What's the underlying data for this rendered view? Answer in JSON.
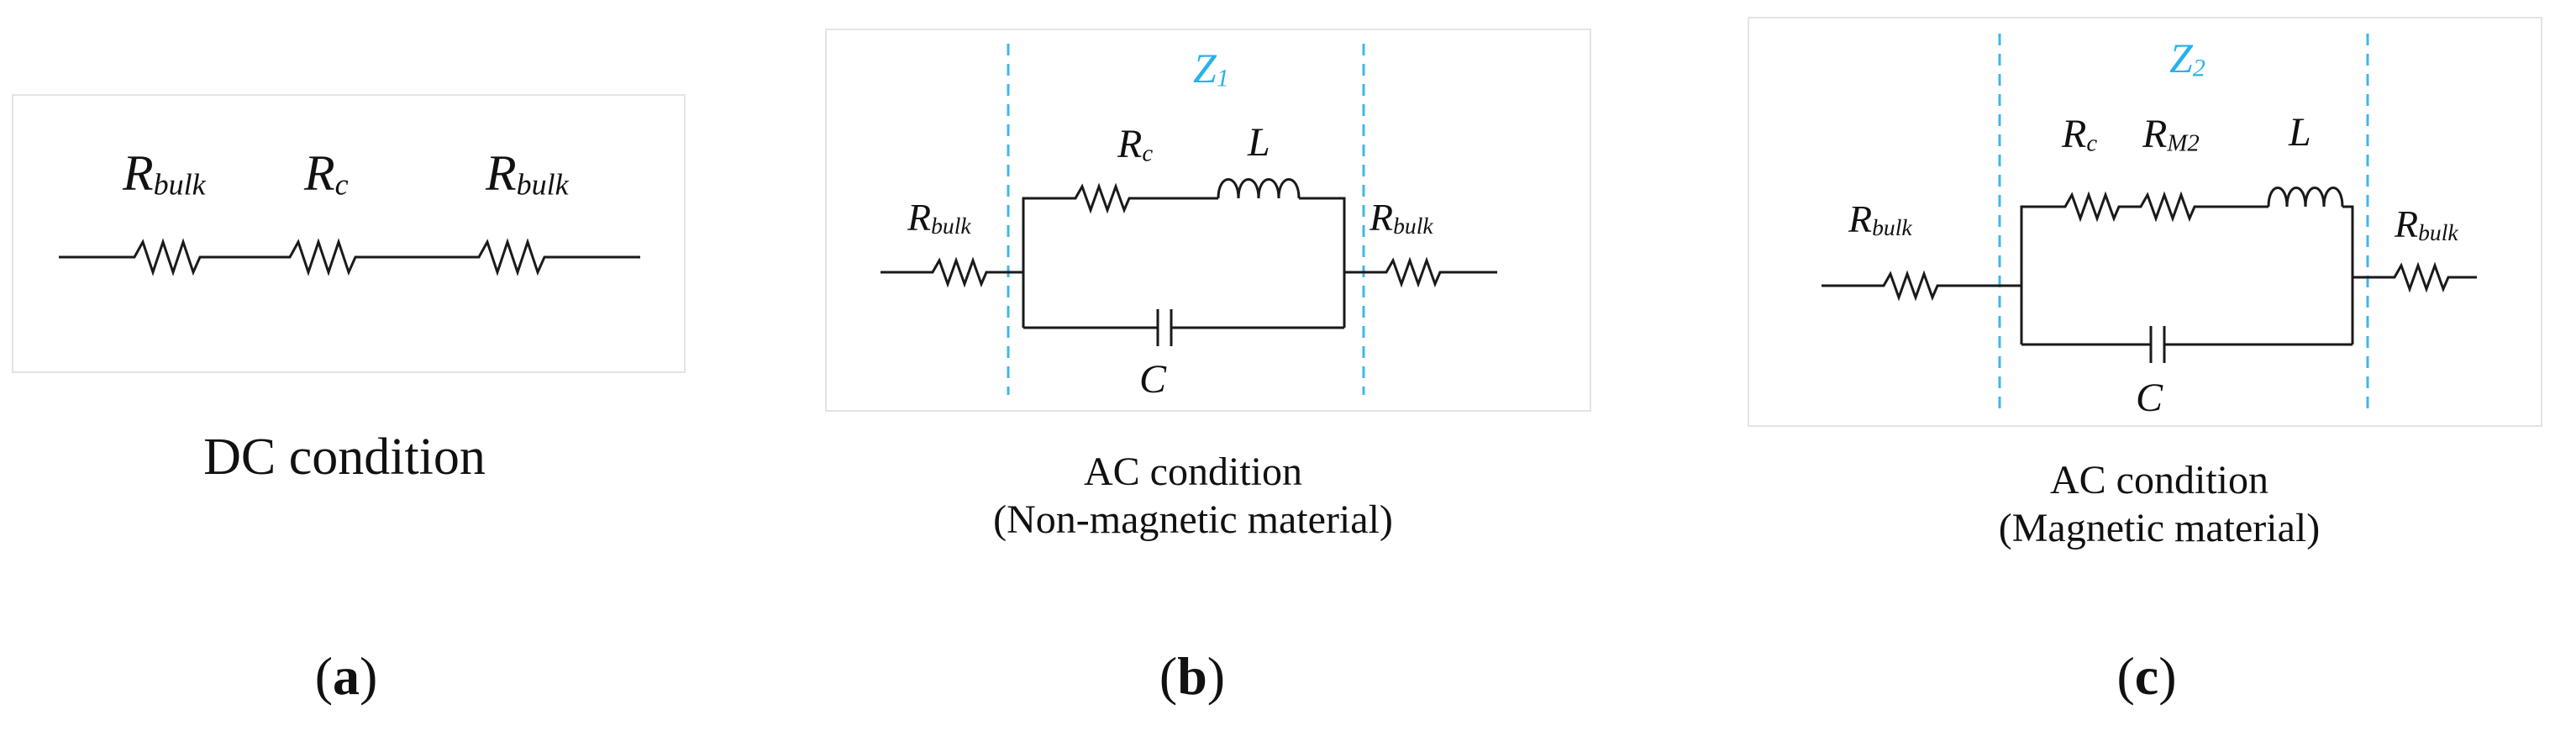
{
  "panels": [
    {
      "id": "a",
      "panel_label": "a",
      "caption": [
        "DC condition"
      ],
      "components": {
        "r1": [
          "R",
          "bulk"
        ],
        "r2": [
          "R",
          "c"
        ],
        "r3": [
          "R",
          "bulk"
        ]
      }
    },
    {
      "id": "b",
      "panel_label": "b",
      "impedance": [
        "Z",
        "1"
      ],
      "caption": [
        "AC condition",
        "(Non-magnetic material)"
      ],
      "components": {
        "r_left": [
          "R",
          "bulk"
        ],
        "rc": [
          "R",
          "c"
        ],
        "l": "L",
        "c": "C",
        "r_right": [
          "R",
          "bulk"
        ]
      }
    },
    {
      "id": "c",
      "panel_label": "c",
      "impedance": [
        "Z",
        "2"
      ],
      "caption": [
        "AC condition",
        "(Magnetic material)"
      ],
      "components": {
        "r_left": [
          "R",
          "bulk"
        ],
        "rc": [
          "R",
          "c"
        ],
        "rm2": [
          "R",
          "M2"
        ],
        "l": "L",
        "c": "C",
        "r_right": [
          "R",
          "bulk"
        ]
      }
    }
  ],
  "colors": {
    "wire": "#1a1a1a",
    "impedance_boundary": "#3fb7e8",
    "impedance_label": "#29b1ea",
    "frame": "#e4e4e4"
  }
}
